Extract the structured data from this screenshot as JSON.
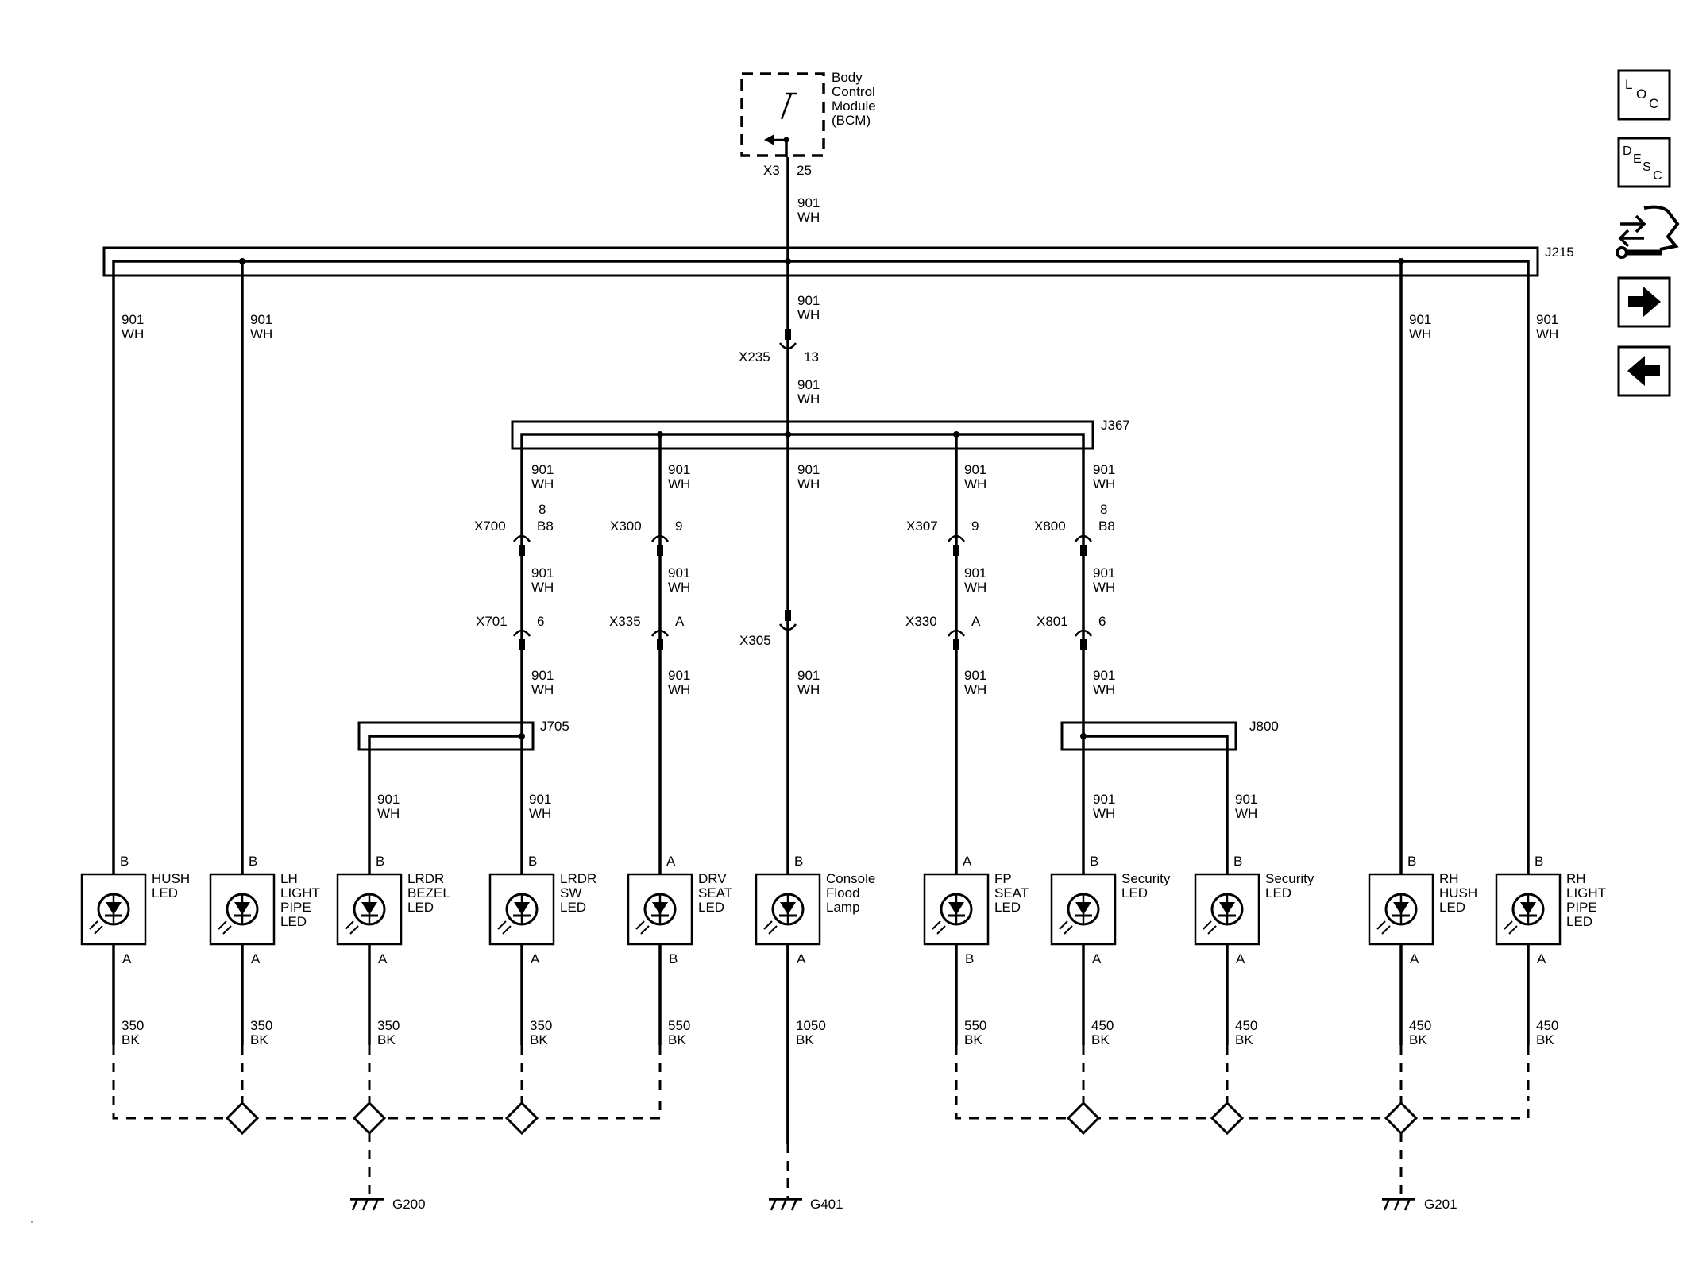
{
  "bcm": {
    "l1": "Body",
    "l2": "Control",
    "l3": "Module",
    "l4": "(BCM)",
    "conn": "X3",
    "pin": "25"
  },
  "wire_labels": {
    "circuit": "901",
    "color": "WH"
  },
  "splices": {
    "j215": "J215",
    "j367": "J367",
    "j705": "J705",
    "j800": "J800"
  },
  "inline_connectors": {
    "x235": "X235",
    "x235_pin": "13",
    "x700": "X700",
    "x700_pin_a": "8",
    "x700_pin_b": "B8",
    "x300": "X300",
    "x300_pin": "9",
    "x307": "X307",
    "x307_pin": "9",
    "x800": "X800",
    "x800_pin_a": "8",
    "x800_pin_b": "B8",
    "x701": "X701",
    "x701_pin": "6",
    "x335": "X335",
    "x335_pin": "A",
    "x305": "X305",
    "x330": "X330",
    "x330_pin": "A",
    "x801": "X801",
    "x801_pin": "6"
  },
  "components": [
    {
      "lines": [
        "HUSH",
        "LED"
      ],
      "top_pin": "B",
      "bottom_pin": "A",
      "circuit": "350",
      "color": "BK"
    },
    {
      "lines": [
        "LH",
        "LIGHT",
        "PIPE",
        "LED"
      ],
      "top_pin": "B",
      "bottom_pin": "A",
      "circuit": "350",
      "color": "BK"
    },
    {
      "lines": [
        "LRDR",
        "BEZEL",
        "LED"
      ],
      "top_pin": "B",
      "bottom_pin": "A",
      "circuit": "350",
      "color": "BK"
    },
    {
      "lines": [
        "LRDR",
        "SW",
        "LED"
      ],
      "top_pin": "B",
      "bottom_pin": "A",
      "circuit": "350",
      "color": "BK"
    },
    {
      "lines": [
        "DRV",
        "SEAT",
        "LED"
      ],
      "top_pin": "A",
      "bottom_pin": "B",
      "circuit": "550",
      "color": "BK"
    },
    {
      "lines": [
        "Console",
        "Flood",
        "Lamp"
      ],
      "top_pin": "B",
      "bottom_pin": "A",
      "circuit": "1050",
      "color": "BK"
    },
    {
      "lines": [
        "FP",
        "SEAT",
        "LED"
      ],
      "top_pin": "A",
      "bottom_pin": "B",
      "circuit": "550",
      "color": "BK"
    },
    {
      "lines": [
        "Security",
        "LED"
      ],
      "top_pin": "B",
      "bottom_pin": "A",
      "circuit": "450",
      "color": "BK"
    },
    {
      "lines": [
        "Security",
        "LED"
      ],
      "top_pin": "B",
      "bottom_pin": "A",
      "circuit": "450",
      "color": "BK"
    },
    {
      "lines": [
        "RH",
        "HUSH",
        "LED"
      ],
      "top_pin": "B",
      "bottom_pin": "A",
      "circuit": "450",
      "color": "BK"
    },
    {
      "lines": [
        "RH",
        "LIGHT",
        "PIPE",
        "LED"
      ],
      "top_pin": "B",
      "bottom_pin": "A",
      "circuit": "450",
      "color": "BK"
    }
  ],
  "grounds": {
    "g200": "G200",
    "g401": "G401",
    "g201": "G201"
  },
  "nav_buttons": {
    "loc": [
      "L",
      "O",
      "C"
    ],
    "desc": [
      "D",
      "E",
      "S",
      "C"
    ]
  },
  "icons": {
    "schematic": "schematic-connector-icon",
    "next": "arrow-right-icon",
    "prev": "arrow-left-icon"
  }
}
